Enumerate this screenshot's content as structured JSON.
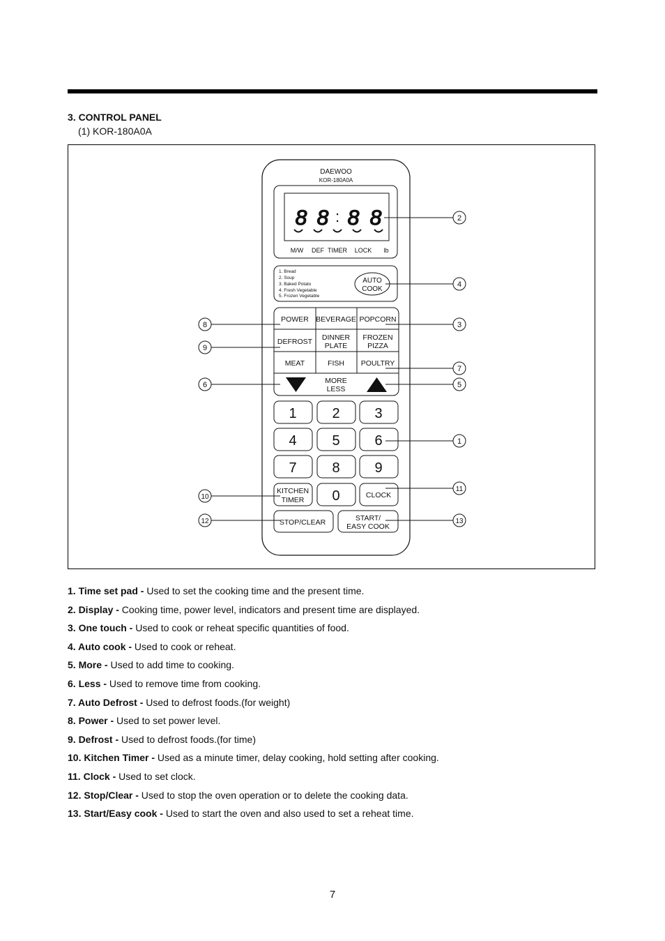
{
  "section": {
    "title": "3. CONTROL PANEL",
    "model": "(1) KOR-180A0A"
  },
  "panel": {
    "brand": "DAEWOO",
    "model": "KOR-180A0A",
    "display_digits": [
      "8",
      "8",
      "8",
      "8"
    ],
    "display_colon": ":",
    "indicators": [
      "M/W",
      "DEF",
      "TIMER",
      "LOCK",
      "lb"
    ],
    "auto_menu": [
      "1. Bread",
      "2. Soup",
      "3. Baked Potato",
      "4. Fresh Vegetable",
      "5. Frozen Vegetable"
    ],
    "auto_cook": [
      "AUTO",
      "COOK"
    ],
    "keys": {
      "power": "POWER",
      "beverage": "BEVERAGE",
      "popcorn": "POPCORN",
      "defrost": "DEFROST",
      "dinner_plate": [
        "DINNER",
        "PLATE"
      ],
      "frozen_pizza": [
        "FROZEN",
        "PIZZA"
      ],
      "meat": "MEAT",
      "fish": "FISH",
      "poultry": "POULTRY",
      "more_less": [
        "MORE",
        "LESS"
      ],
      "digits": [
        "1",
        "2",
        "3",
        "4",
        "5",
        "6",
        "7",
        "8",
        "9",
        "0"
      ],
      "kitchen_timer": [
        "KITCHEN",
        "TIMER"
      ],
      "clock": "CLOCK",
      "stop_clear": "STOP/CLEAR",
      "start": [
        "START/",
        "EASY COOK"
      ]
    },
    "callouts": [
      "1",
      "2",
      "3",
      "4",
      "5",
      "6",
      "7",
      "8",
      "9",
      "10",
      "11",
      "12",
      "13"
    ]
  },
  "descriptions": [
    {
      "term": "1. Time set pad -",
      "text": " Used to set the cooking time and the present time."
    },
    {
      "term": "2. Display -",
      "text": " Cooking time, power level, indicators and present time are displayed."
    },
    {
      "term": "3. One touch -",
      "text": " Used to cook or reheat specific quantities of food."
    },
    {
      "term": "4. Auto cook -",
      "text": " Used to cook or reheat."
    },
    {
      "term": "5. More -",
      "text": " Used to add time to cooking."
    },
    {
      "term": "6. Less -",
      "text": " Used to remove time from cooking."
    },
    {
      "term": "7. Auto Defrost -",
      "text": " Used to defrost foods.(for weight)"
    },
    {
      "term": "8. Power -",
      "text": " Used to set power level."
    },
    {
      "term": "9. Defrost -",
      "text": " Used to defrost foods.(for time)"
    },
    {
      "term": "10. Kitchen Timer -",
      "text": " Used as a minute timer, delay cooking, hold setting after cooking."
    },
    {
      "term": "11. Clock -",
      "text": " Used to set clock."
    },
    {
      "term": "12. Stop/Clear -",
      "text": " Used to stop the oven operation or to delete the cooking data."
    },
    {
      "term": "13. Start/Easy cook -",
      "text": " Used to start the oven and also used to set a reheat time."
    }
  ],
  "page_number": "7"
}
